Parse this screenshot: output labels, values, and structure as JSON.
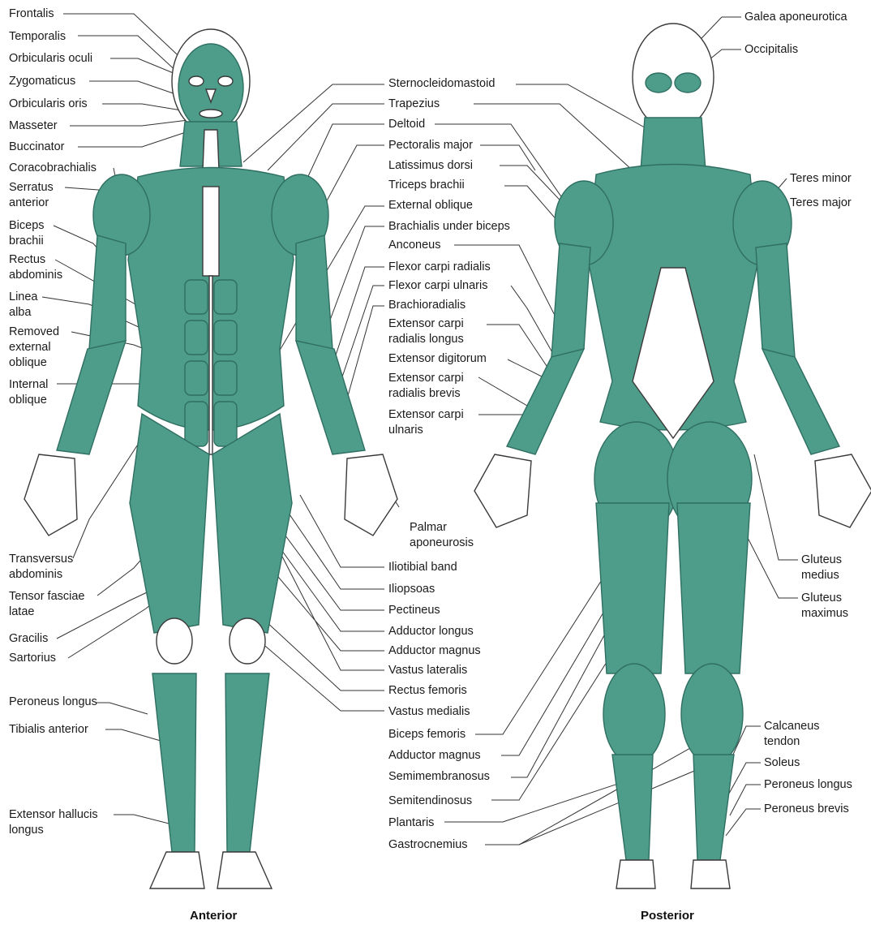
{
  "figure": {
    "colors": {
      "muscle": "#4e9c8a",
      "muscle_dark": "#2f6f62",
      "tendon": "#ffffff",
      "outline": "#3a3a3a",
      "leader": "#333333"
    },
    "anterior_caption": "Anterior",
    "posterior_caption": "Posterior"
  },
  "labels": {
    "frontalis": "Frontalis",
    "temporalis": "Temporalis",
    "orbicularis_oculi": "Orbicularis oculi",
    "zygomaticus": "Zygomaticus",
    "orbicularis_oris": "Orbicularis oris",
    "masseter": "Masseter",
    "buccinator": "Buccinator",
    "coracobrachialis": "Coracobrachialis",
    "serratus_anterior": "Serratus\nanterior",
    "biceps_brachii": "Biceps\nbrachii",
    "rectus_abdominis": "Rectus\nabdominis",
    "linea_alba": "Linea\nalba",
    "removed_external_oblique": "Removed\nexternal\noblique",
    "internal_oblique": "Internal\noblique",
    "transversus_abdominis": "Transversus\nabdominis",
    "tensor_fasciae_latae": "Tensor fasciae\nlatae",
    "gracilis": "Gracilis",
    "sartorius": "Sartorius",
    "peroneus_longus_ant": "Peroneus longus",
    "tibialis_anterior": "Tibialis anterior",
    "extensor_hallucis_longus": "Extensor hallucis\nlongus",
    "sternocleidomastoid": "Sternocleidomastoid",
    "trapezius": "Trapezius",
    "deltoid": "Deltoid",
    "pectoralis_major": "Pectoralis major",
    "latissimus_dorsi": "Latissimus dorsi",
    "triceps_brachii": "Triceps brachii",
    "external_oblique": "External oblique",
    "brachialis": "Brachialis under biceps",
    "anconeus": "Anconeus",
    "flexor_carpi_radialis": "Flexor carpi radialis",
    "flexor_carpi_ulnaris": "Flexor carpi ulnaris",
    "brachioradialis": "Brachioradialis",
    "extensor_carpi_radialis_longus": "Extensor carpi\nradialis longus",
    "extensor_digitorum": "Extensor digitorum",
    "extensor_carpi_radialis_brevis": "Extensor carpi\nradialis brevis",
    "extensor_carpi_ulnaris": "Extensor carpi\nulnaris",
    "palmar_aponeurosis": "Palmar\naponeurosis",
    "iliotibial_band": "Iliotibial band",
    "iliopsoas": "Iliopsoas",
    "pectineus": "Pectineus",
    "adductor_longus": "Adductor longus",
    "adductor_magnus_ant": "Adductor magnus",
    "vastus_lateralis": "Vastus lateralis",
    "rectus_femoris": "Rectus femoris",
    "vastus_medialis": "Vastus medialis",
    "biceps_femoris": "Biceps femoris",
    "adductor_magnus_post": "Adductor magnus",
    "semimembranosus": "Semimembranosus",
    "semitendinosus": "Semitendinosus",
    "plantaris": "Plantaris",
    "gastrocnemius": "Gastrocnemius",
    "galea_aponeurotica": "Galea aponeurotica",
    "occipitalis": "Occipitalis",
    "teres_minor": "Teres minor",
    "teres_major": "Teres major",
    "gluteus_medius": "Gluteus\nmedius",
    "gluteus_maximus": "Gluteus\nmaximus",
    "calcaneus_tendon": "Calcaneus\ntendon",
    "soleus": "Soleus",
    "peroneus_longus_post": "Peroneus longus",
    "peroneus_brevis": "Peroneus brevis"
  }
}
